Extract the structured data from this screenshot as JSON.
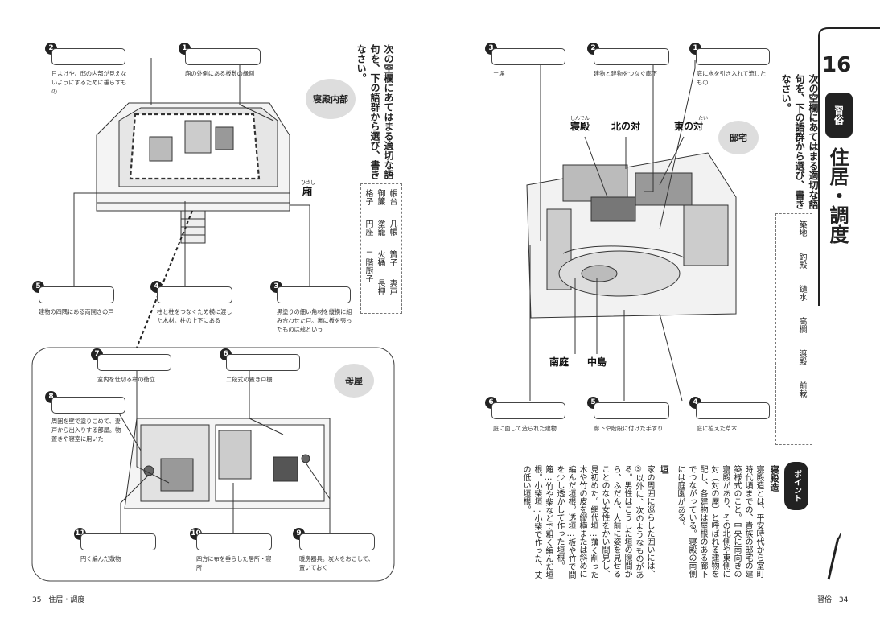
{
  "left_page": {
    "instruction": "次の空欄にあてはまる適切な語句を、下の語群から選び、書きなさい。",
    "word_bank": [
      "帳台",
      "几帳",
      "簀子",
      "妻戸",
      "御簾",
      "塗籠",
      "火桶",
      "長押",
      "格子",
      "円座",
      "二階厨子"
    ],
    "badge_inner": "寝殿内部",
    "badge_moya": "母屋",
    "label_hisashi": "廂",
    "ruby_hisashi": "ひさし",
    "items": [
      {
        "n": "1",
        "desc": "廂の外側にある板敷の縁側"
      },
      {
        "n": "2",
        "desc": "日よけや、邸の内部が見えないようにするために垂らすもの"
      },
      {
        "n": "3",
        "desc": "黒塗りの細い角材を縦横に組み合わせた戸。裏に板を張ったものは蔀という"
      },
      {
        "n": "4",
        "desc": "柱と柱をつなぐため横に渡した木材。柱の上下にある"
      },
      {
        "n": "5",
        "desc": "建物の四隅にある両開きの戸"
      },
      {
        "n": "6",
        "desc": "二段式の置き戸棚"
      },
      {
        "n": "7",
        "desc": "室内を仕切る布の衝立"
      },
      {
        "n": "8",
        "desc": "周囲を壁で塗りこめて、妻戸から出入りする部屋。物置きや寝室に用いた"
      },
      {
        "n": "9",
        "desc": "暖房器具。炭火をおこして、置いておく"
      },
      {
        "n": "10",
        "desc": "四方に布を垂らした居所・寝所"
      },
      {
        "n": "11",
        "desc": "円く編んだ敷物"
      }
    ],
    "footer_num": "35",
    "footer_title": "住居・調度"
  },
  "right_page": {
    "chapter_num": "16",
    "chapter_tag": "習俗",
    "chapter_title": "住居・調度",
    "instruction": "次の空欄にあてはまる適切な語句を、下の語群から選び、書きなさい。",
    "word_bank": [
      "築地",
      "釣殿",
      "鑓水",
      "高欄",
      "渡殿",
      "前栽"
    ],
    "badge_estate": "邸宅",
    "labels": {
      "shinden": "寝殿",
      "shinden_ruby": "しんでん",
      "kita": "北の対",
      "higashi": "東の対",
      "higashi_ruby": "たい",
      "nantei": "南庭",
      "nakajima": "中島"
    },
    "items": [
      {
        "n": "1",
        "desc": "庭に水を引き入れて流したもの"
      },
      {
        "n": "2",
        "desc": "建物と建物をつなぐ廊下"
      },
      {
        "n": "3",
        "desc": "土塀"
      },
      {
        "n": "4",
        "desc": "庭に植えた草木"
      },
      {
        "n": "5",
        "desc": "廊下や階段に付けた手すり"
      },
      {
        "n": "6",
        "desc": "庭に面して造られた建物"
      }
    ],
    "point_label": "ポイント",
    "point_heading": "寝殿造",
    "point_body": "寝殿造とは、平安時代から室町時代頃までの、貴族の邸宅の建築様式のこと。中央に南向きの寝殿があり、その北側や東側に対（対の屋）と呼ばれる建物を配し、各建物は屋根のある廊下でつながっている。寝殿の南側には庭園がある。",
    "kaki_heading": "垣",
    "kaki_body": "家の周囲に巡らした囲いには、③以外に、次のようなものがある。男性はこうした垣の隙間から、ふだん、人前に姿を見せることのない女性をかい間見し、見初めた。網代垣…薄く削った木や竹の皮を縦横または斜めに編んだ垣根。透垣…板や竹で間を少し透かして作った垣根。籬…竹や柴などで粗く編んだ垣根。小柴垣…小柴で作った、丈の低い垣根。",
    "footer_tag": "習俗",
    "footer_num": "34"
  },
  "colors": {
    "accent": "#222222",
    "badge": "#dddddd",
    "line": "#333333"
  }
}
